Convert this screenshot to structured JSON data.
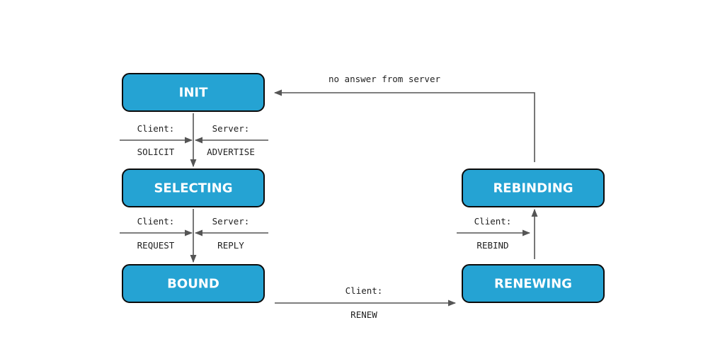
{
  "states": {
    "init": "INIT",
    "selecting": "SELECTING",
    "bound": "BOUND",
    "renewing": "RENEWING",
    "rebinding": "REBINDING"
  },
  "transitions": {
    "init_to_selecting": {
      "client_label": "Client:",
      "client_message": "SOLICIT",
      "server_label": "Server:",
      "server_message": "ADVERTISE"
    },
    "selecting_to_bound": {
      "client_label": "Client:",
      "client_message": "REQUEST",
      "server_label": "Server:",
      "server_message": "REPLY"
    },
    "bound_to_renewing": {
      "client_label": "Client:",
      "client_message": "RENEW"
    },
    "renewing_to_rebinding": {
      "client_label": "Client:",
      "client_message": "REBIND"
    },
    "rebinding_to_init": {
      "label": "no answer from server"
    }
  },
  "colors": {
    "state_fill": "#25a3d3",
    "state_border": "#0b0b0b",
    "state_text": "#ffffff",
    "arrow": "#555555",
    "text": "#222222"
  }
}
